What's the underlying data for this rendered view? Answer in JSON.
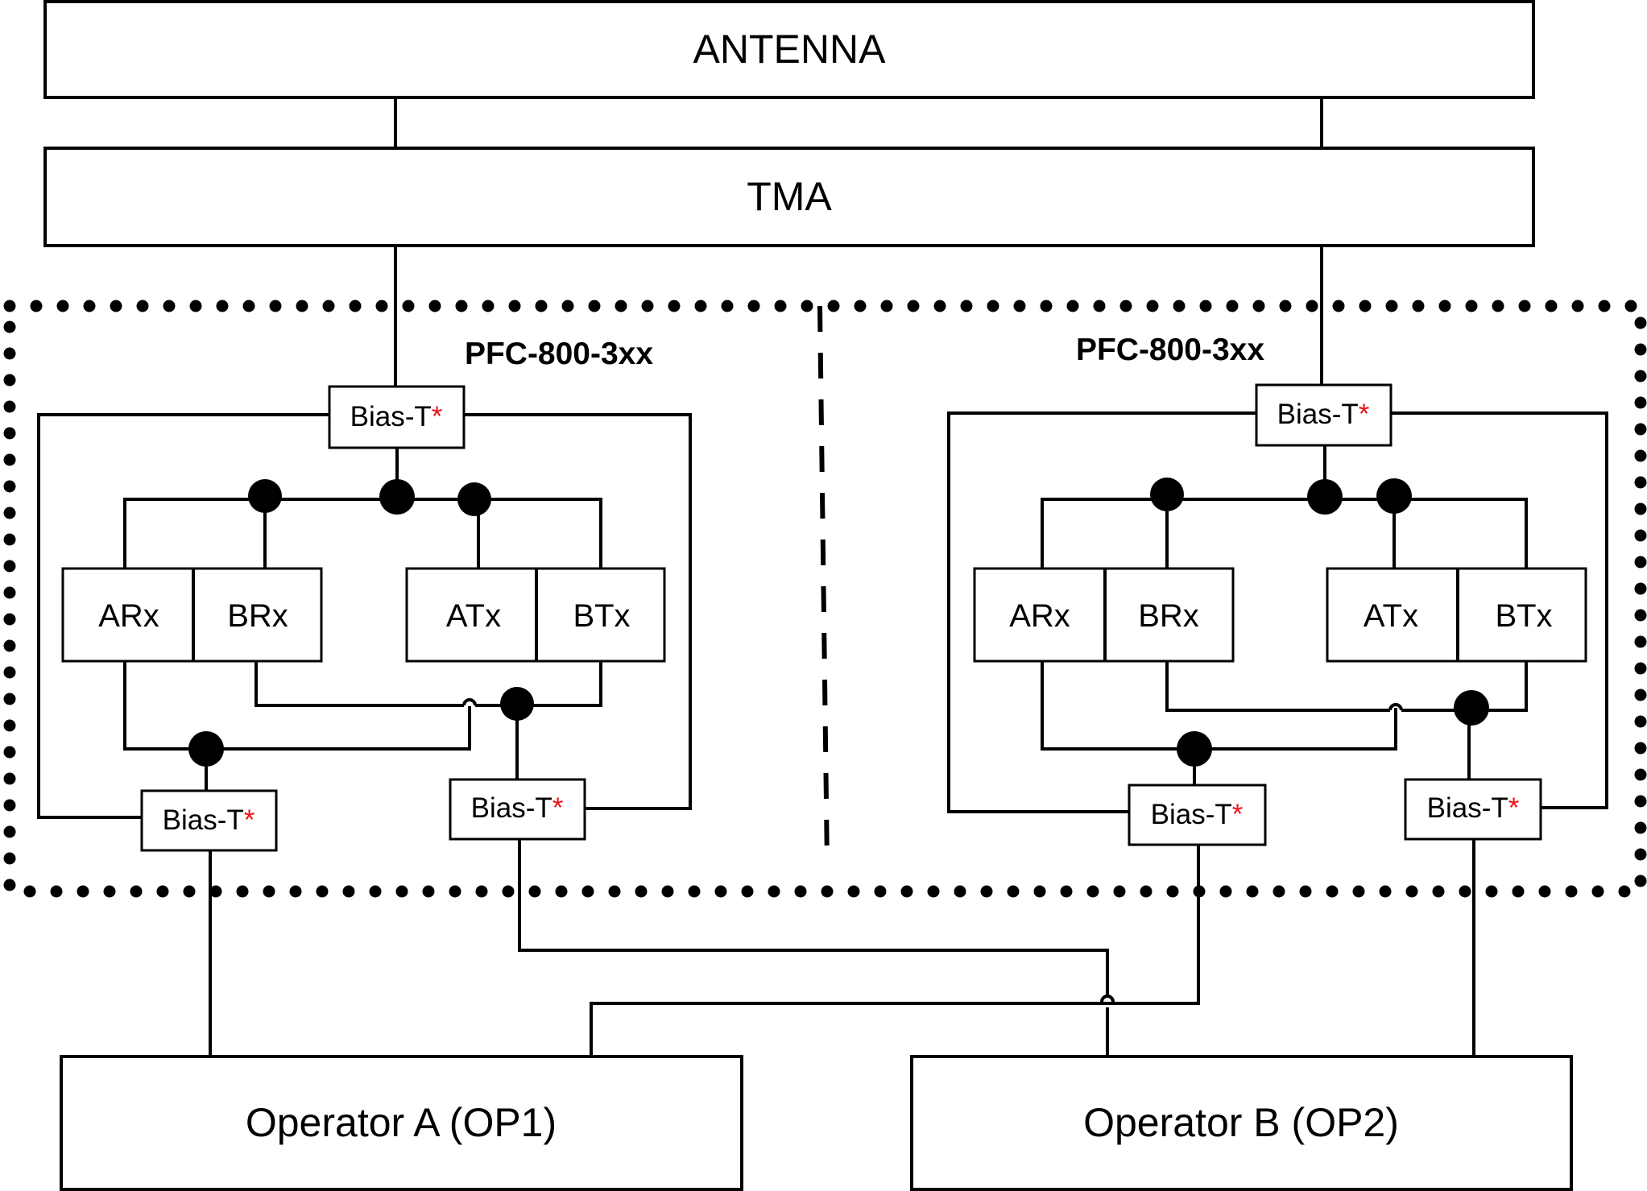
{
  "antenna": {
    "label": "ANTENNA"
  },
  "tma": {
    "label": "TMA"
  },
  "units": [
    {
      "title": "PFC-800-3xx",
      "bias_top": "Bias-T",
      "bias_bl": "Bias-T",
      "bias_br": "Bias-T",
      "arx": "ARx",
      "brx": "BRx",
      "atx": "ATx",
      "btx": "BTx"
    },
    {
      "title": "PFC-800-3xx",
      "bias_top": "Bias-T",
      "bias_bl": "Bias-T",
      "bias_br": "Bias-T",
      "arx": "ARx",
      "brx": "BRx",
      "atx": "ATx",
      "btx": "BTx"
    }
  ],
  "asterisk": "*",
  "operators": {
    "a": "Operator A (OP1)",
    "b": "Operator B (OP2)"
  },
  "colors": {
    "line": "#000000",
    "asterisk": "#e8161b",
    "background": "#ffffff"
  }
}
